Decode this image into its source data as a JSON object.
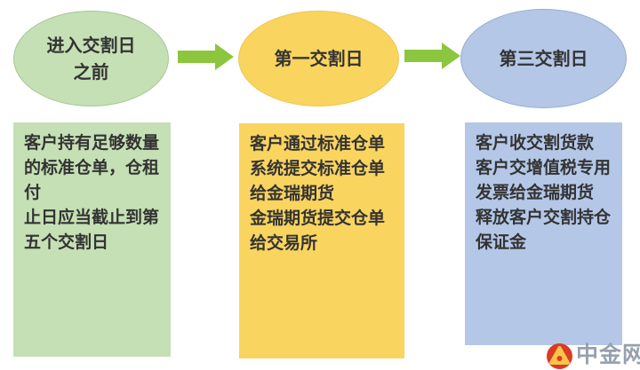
{
  "diagram": {
    "stages": [
      {
        "ellipse_lines": [
          "进入交割日",
          "之前"
        ],
        "box_lines": [
          "客户持有足够数量",
          "的标准仓单，仓租付",
          "止日应当截止到第",
          "五个交割日"
        ],
        "color": "#C5E0B4"
      },
      {
        "ellipse_lines": [
          "第一交割日"
        ],
        "box_lines": [
          "客户通过标准仓单",
          "系统提交标准仓单",
          "给金瑞期货",
          "金瑞期货提交仓单",
          "给交易所"
        ],
        "color": "#F9D45F"
      },
      {
        "ellipse_lines": [
          "第三交割日"
        ],
        "box_lines": [
          "客户收交割货款",
          "客户交增值税专用",
          "发票给金瑞期货",
          "释放客户交割持仓",
          "保证金"
        ],
        "color": "#B4C7E7"
      }
    ],
    "arrow_color": "#8CC63E",
    "text_color": "#333333"
  },
  "watermark": {
    "text": "中金网",
    "icon": "cngold-logo",
    "circle_color": "#DD3A26",
    "glyph_color": "#F7C548",
    "text_color": "#97A0AE"
  }
}
